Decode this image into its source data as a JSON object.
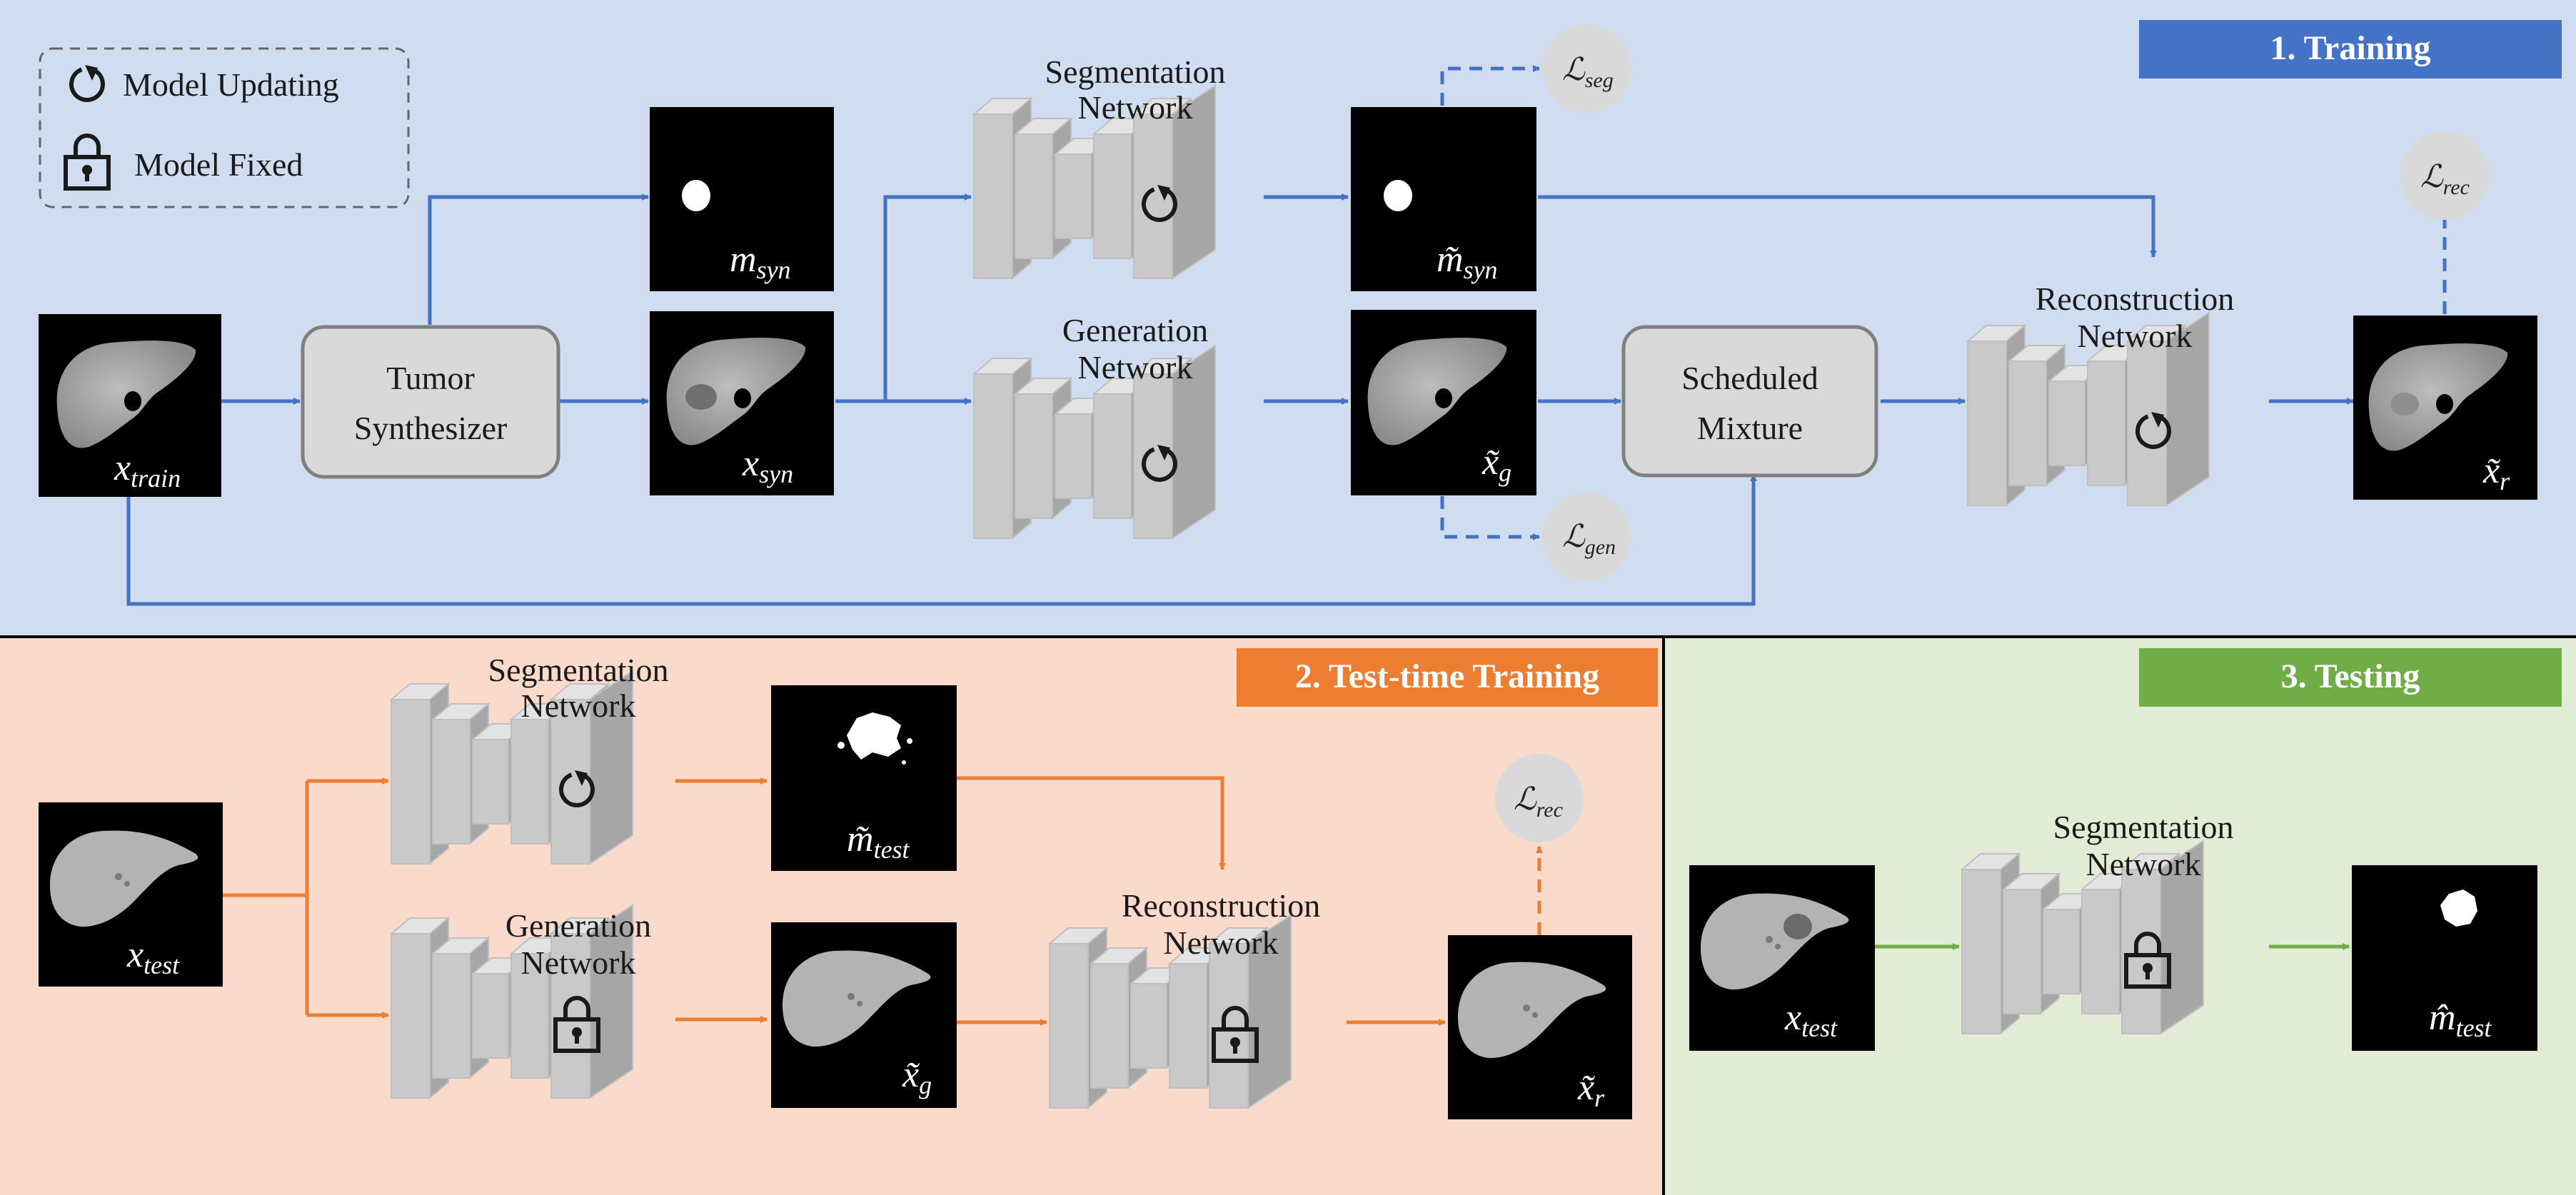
{
  "legend": {
    "updating_label": "Model Updating",
    "fixed_label": "Model Fixed"
  },
  "training": {
    "badge": "1. Training",
    "x_train": {
      "base": "x",
      "sub": "train"
    },
    "tumor_synthesizer": [
      "Tumor",
      "Synthesizer"
    ],
    "m_syn": {
      "base": "m",
      "sub": "syn"
    },
    "x_syn": {
      "base": "x",
      "sub": "syn"
    },
    "seg_network": [
      "Segmentation",
      "Network"
    ],
    "gen_network": [
      "Generation",
      "Network"
    ],
    "m_syn_pred": {
      "base": "m̃",
      "sub": "syn"
    },
    "x_g": {
      "base": "x̃",
      "sub": "g"
    },
    "loss_seg": {
      "base": "ℒ",
      "sub": "seg"
    },
    "loss_gen": {
      "base": "ℒ",
      "sub": "gen"
    },
    "scheduled_mixture": [
      "Scheduled",
      "Mixture"
    ],
    "rec_network": [
      "Reconstruction",
      "Network"
    ],
    "loss_rec": {
      "base": "ℒ",
      "sub": "rec"
    },
    "x_r": {
      "base": "x̃",
      "sub": "r"
    }
  },
  "tt_training": {
    "badge": "2. Test-time Training",
    "x_test": {
      "base": "x",
      "sub": "test"
    },
    "seg_network": [
      "Segmentation",
      "Network"
    ],
    "gen_network": [
      "Generation",
      "Network"
    ],
    "m_test": {
      "base": "m̃",
      "sub": "test"
    },
    "x_g": {
      "base": "x̃",
      "sub": "g"
    },
    "rec_network": [
      "Reconstruction",
      "Network"
    ],
    "loss_rec": {
      "base": "ℒ",
      "sub": "rec"
    },
    "x_r": {
      "base": "x̃",
      "sub": "r"
    }
  },
  "testing": {
    "badge": "3. Testing",
    "x_test": {
      "base": "x",
      "sub": "test"
    },
    "seg_network": [
      "Segmentation",
      "Network"
    ],
    "m_test": {
      "base": "m̂",
      "sub": "test"
    }
  },
  "colors": {
    "training_bg": "#D0DCEF",
    "tt_training_bg": "#F9DACB",
    "testing_bg": "#E1EBD5",
    "training_accent": "#4472C4",
    "tt_accent": "#ED7D31",
    "testing_accent": "#70AD47",
    "module_fill": "#D9D9D9",
    "network_block": "#BFBFBF",
    "loss_circle": "#D9D9D9"
  },
  "icons": {
    "updating": "refresh-icon",
    "fixed": "lock-icon"
  }
}
